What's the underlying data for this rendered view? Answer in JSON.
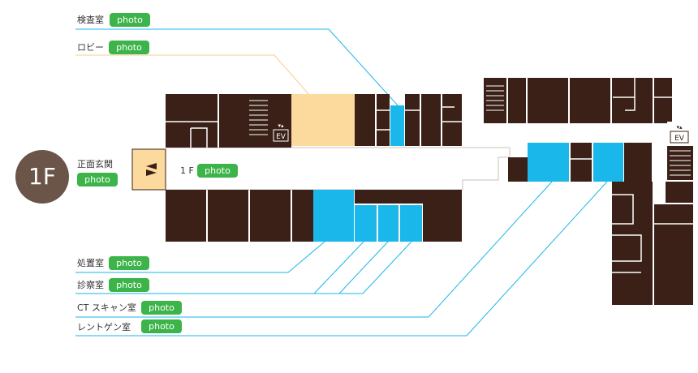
{
  "floor": "1F",
  "corridor_label": "1 F",
  "photo_label": "photo",
  "entrance": {
    "label": "正面玄関"
  },
  "ev_label": "EV",
  "rooms": {
    "kensa": "検査室",
    "lobby": "ロビー",
    "shochi": "処置室",
    "shinsatsu": "診察室",
    "ct": "CT スキャン室",
    "rentogen": "レントゲン室"
  },
  "colors": {
    "wall": "#3a2016",
    "highlight": "#1ab7ea",
    "lobby": "#fcd99c",
    "badge": "#6b5548",
    "photo_button": "#3cb44a"
  }
}
